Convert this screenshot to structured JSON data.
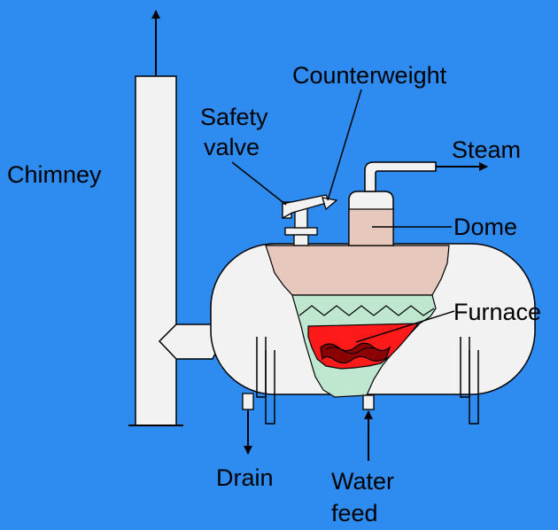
{
  "labels": {
    "chimney": "Chimney",
    "counterweight": "Counterweight",
    "safety_valve_line1": "Safety",
    "safety_valve_line2": "valve",
    "steam": "Steam",
    "dome": "Dome",
    "furnace": "Furnace",
    "drain": "Drain",
    "water_feed_line1": "Water",
    "water_feed_line2": "feed"
  },
  "colors": {
    "background": "#2e8bf0",
    "boiler_body": "#f2f2f2",
    "steam_space": "#e6c8bd",
    "water_space": "#bfe6cf",
    "fire": "#ff1a1a",
    "coal": "#8b0000",
    "outline": "#000000"
  }
}
